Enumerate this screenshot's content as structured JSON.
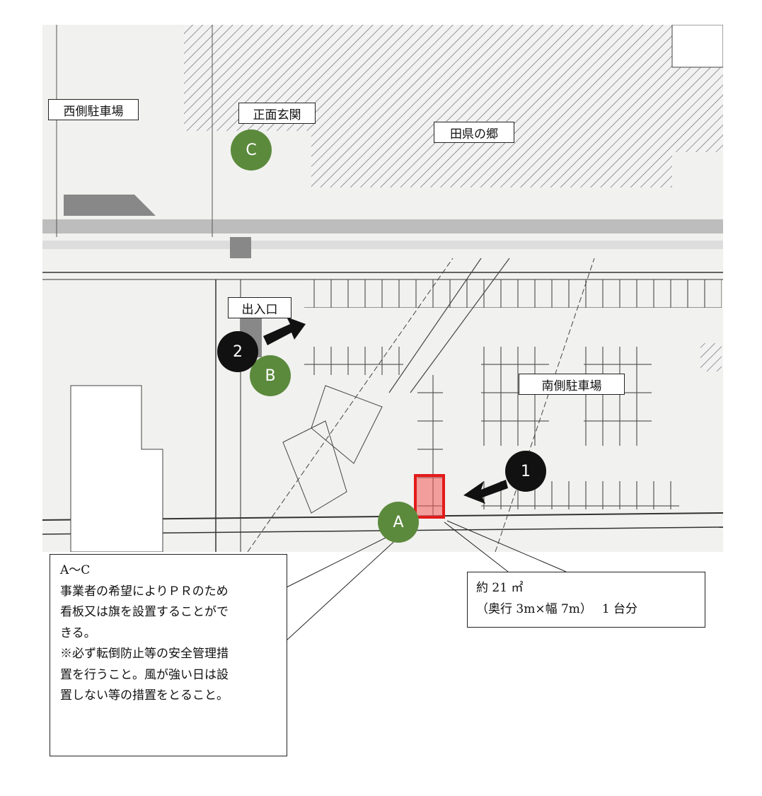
{
  "map": {
    "labels": {
      "west_parking": "西側駐車場",
      "main_entrance": "正面玄関",
      "building": "田県の郷",
      "entrance_exit": "出入口",
      "south_parking": "南側駐車場"
    },
    "markers": {
      "a": "A",
      "b": "B",
      "c": "C",
      "one": "1",
      "two": "2"
    }
  },
  "callouts": {
    "signage": {
      "title": "A～C",
      "lines": [
        "事業者の希望によりＰＲのため",
        "看板又は旗を設置することがで",
        "きる。",
        "※必ず転倒防止等の安全管理措",
        "置を行うこと。風が強い日は設",
        "置しない等の措置をとること。"
      ]
    },
    "area": {
      "line1": "約 21 ㎡",
      "line2": "（奥行 3m×幅 7m）　 1 台分"
    }
  },
  "colors": {
    "marker_green": "#5b8a3c",
    "marker_black": "#111111",
    "highlight_red": "#e31b1b"
  }
}
